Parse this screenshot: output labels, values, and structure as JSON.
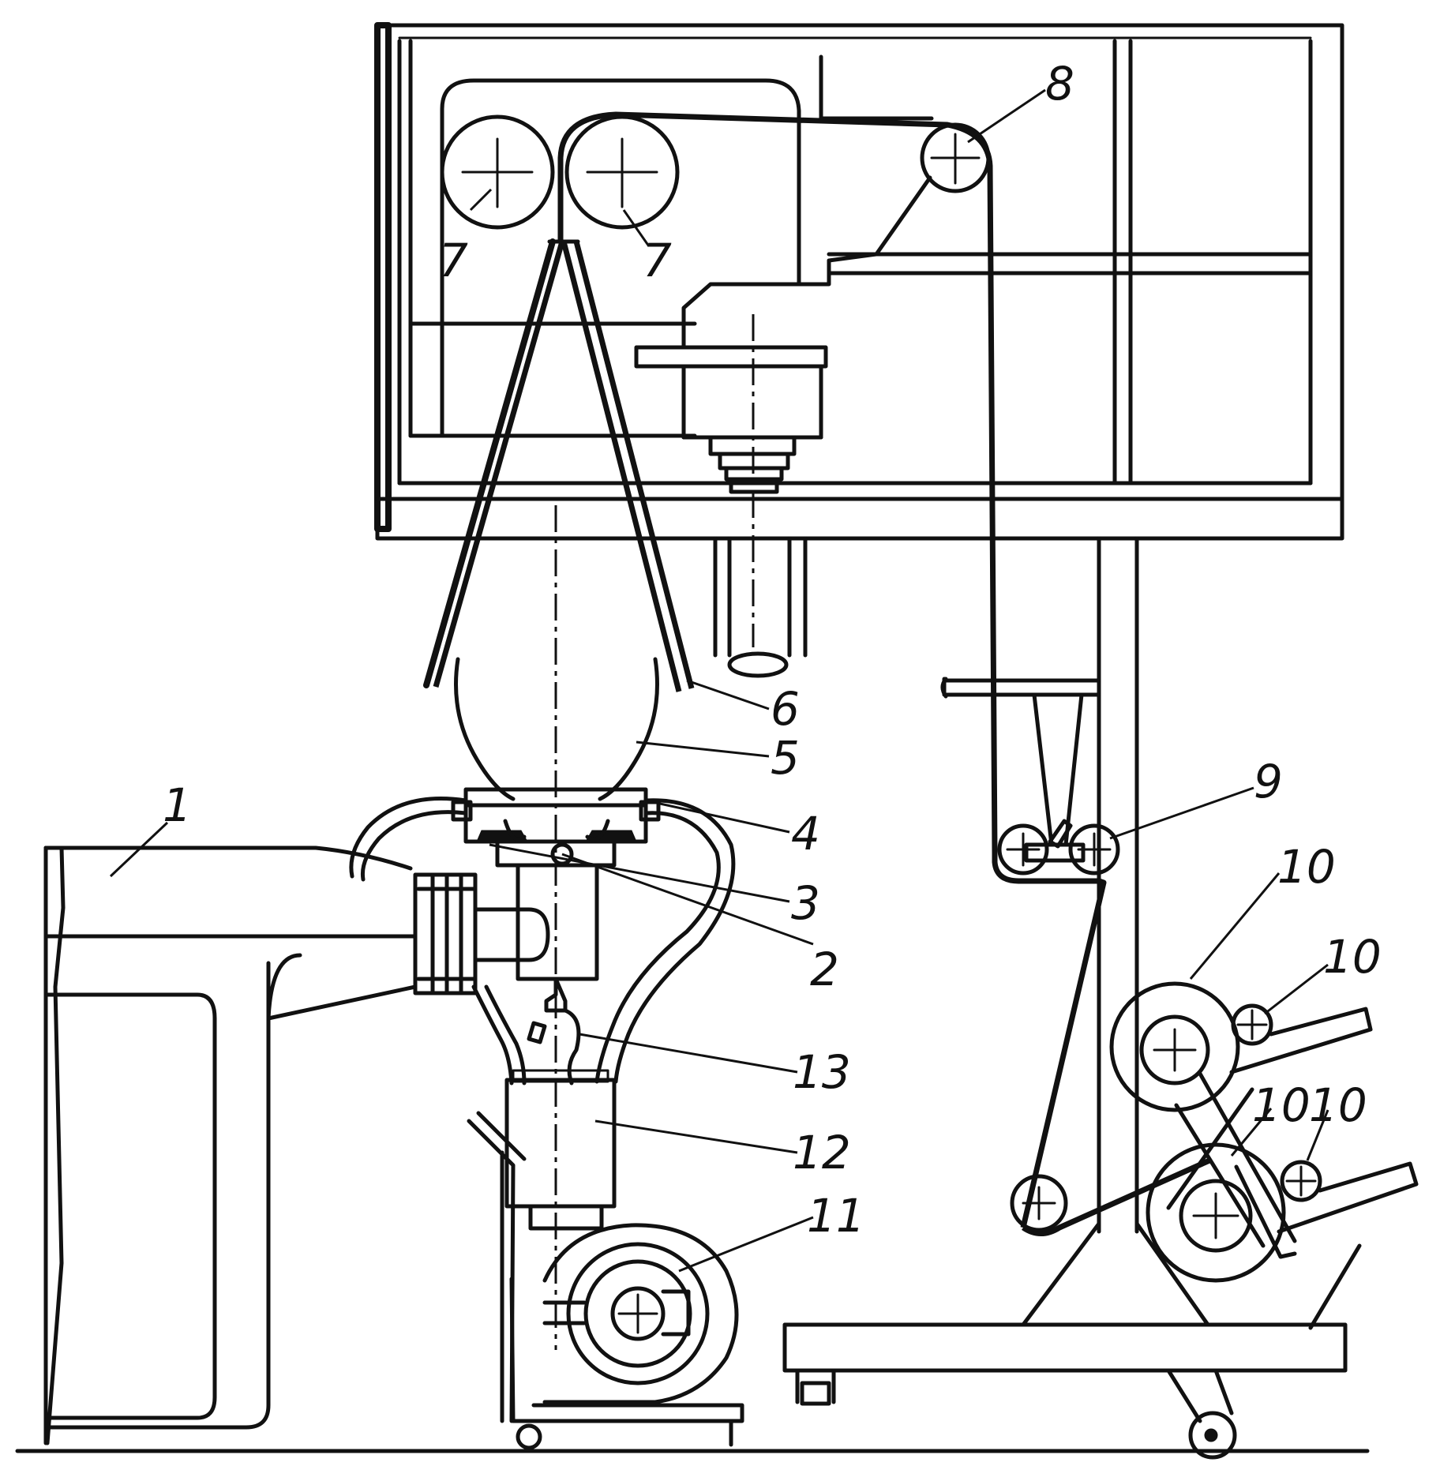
{
  "labels": {
    "l1": "1",
    "l2": "2",
    "l3": "3",
    "l4": "4",
    "l5": "5",
    "l6": "6",
    "l7a": "7",
    "l7b": "7",
    "l8": "8",
    "l9": "9",
    "l10a": "10",
    "l10b": "10",
    "l10c": "10",
    "l10d": "10",
    "l11": "11",
    "l12": "12",
    "l13": "13"
  }
}
